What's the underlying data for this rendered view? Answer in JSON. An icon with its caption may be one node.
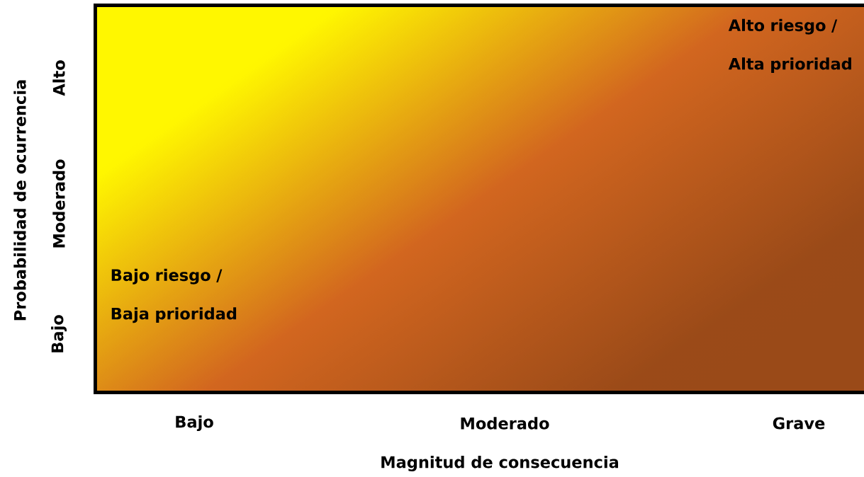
{
  "diagram": {
    "nodes": [
      {
        "text": [
          "Bajo riesgo / Baja prioridad",
          "Alto riesgo / Alta prioridad"
        ]
      }
    ],
    "labels": [
      "Probabilidad de ocurrencia",
      "Alto",
      "Moderado",
      "Bajo",
      "Bajo",
      "Moderado",
      "Grave",
      "Magnitud de consecuencia"
    ]
  }
}
